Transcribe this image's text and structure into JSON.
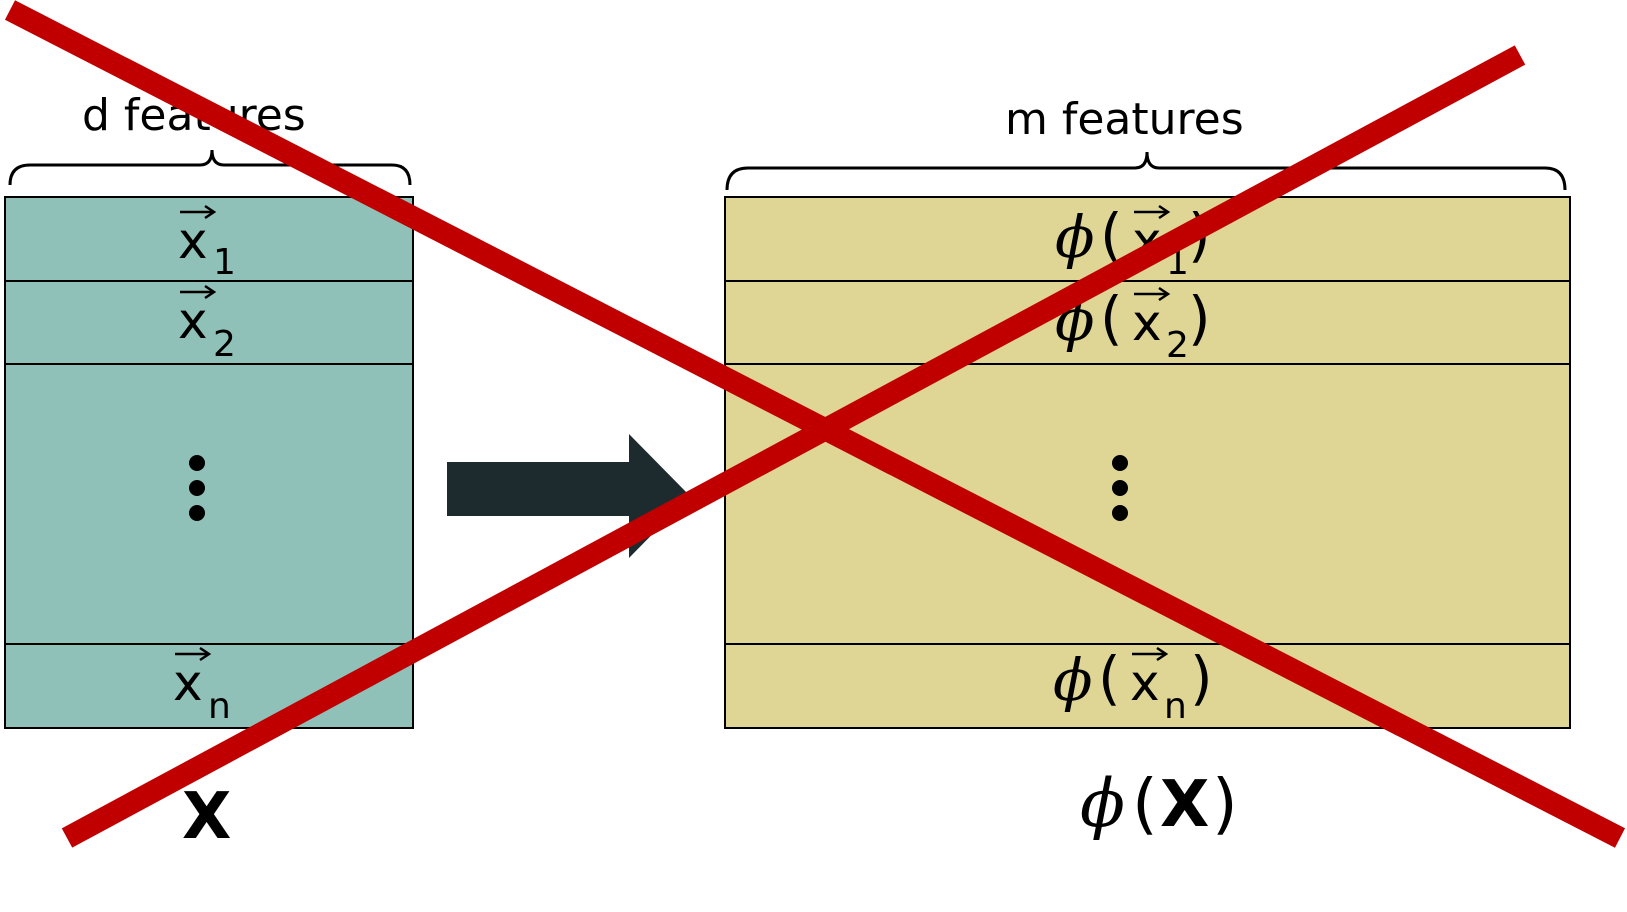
{
  "colors": {
    "input_matrix": "#8fc1b9",
    "output_matrix": "#dfd595",
    "arrow": "#1e2b2e",
    "cross": "#c00000",
    "line": "#000000"
  },
  "left": {
    "brace_label": "d features",
    "rows": [
      {
        "var": "x",
        "sub": "1"
      },
      {
        "var": "x",
        "sub": "2"
      },
      {
        "var": "x",
        "sub": "n"
      }
    ],
    "ellipsis": "⋮",
    "caption": "X"
  },
  "right": {
    "brace_label": "m features",
    "phi": "ϕ",
    "open_paren": "(",
    "close_paren": ")",
    "rows": [
      {
        "var": "x",
        "sub": "1"
      },
      {
        "var": "x",
        "sub": "2"
      },
      {
        "var": "x",
        "sub": "n"
      }
    ],
    "ellipsis": "⋮",
    "caption_var": "X"
  },
  "arrow_icon": "right-arrow-icon",
  "cross_icon": "cross-out-icon"
}
